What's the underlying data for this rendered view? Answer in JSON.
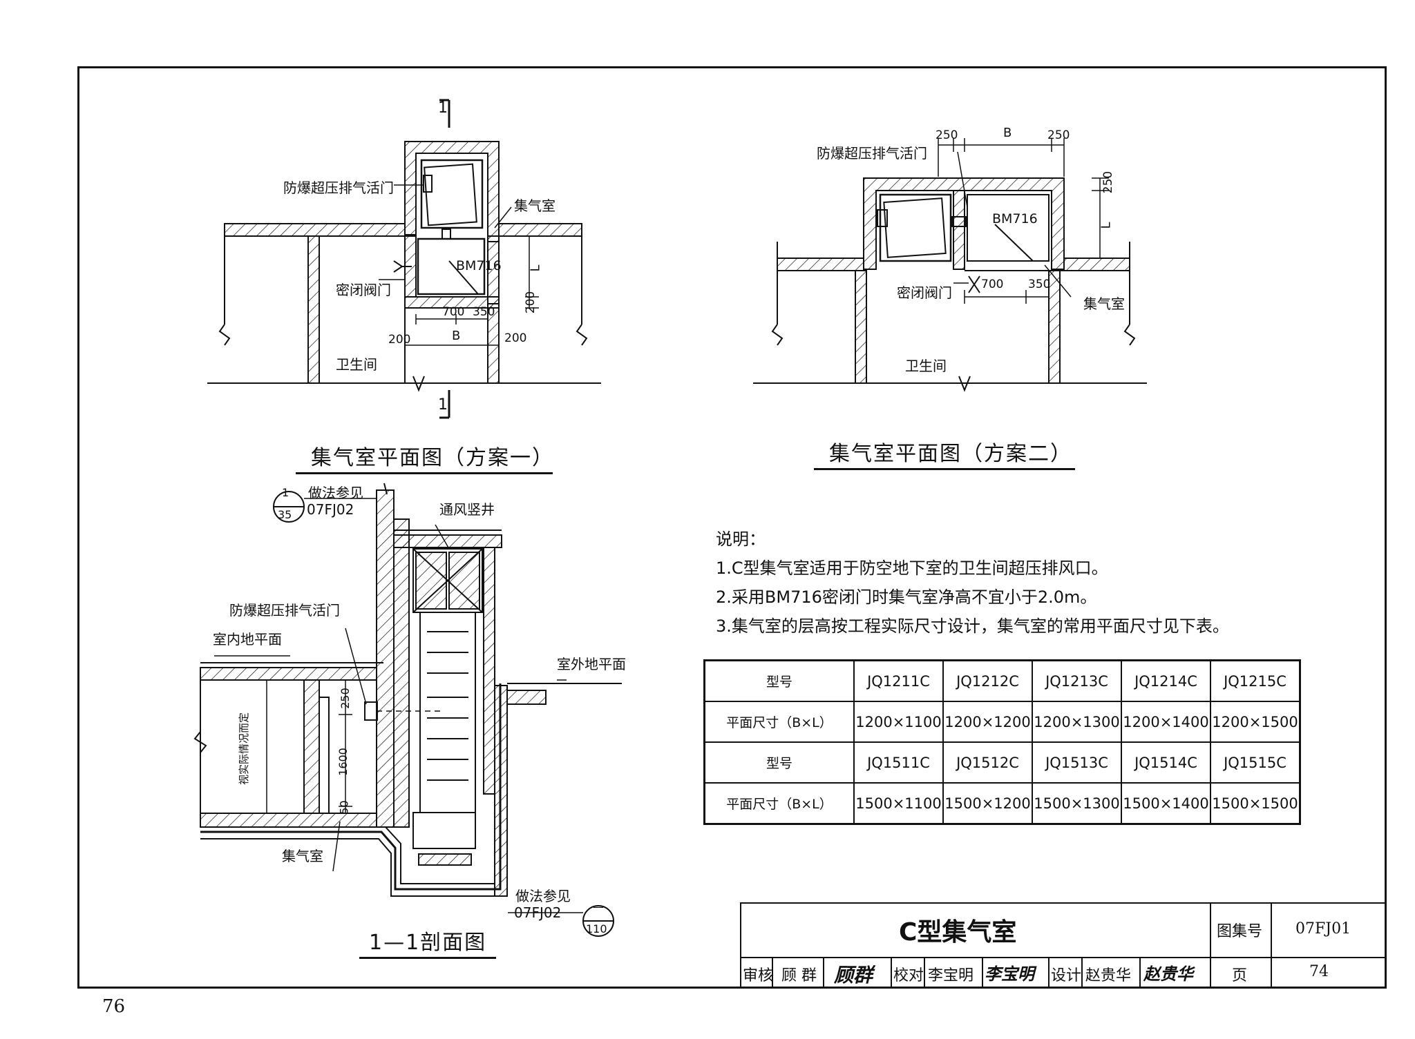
{
  "page_number": "76",
  "plan1": {
    "title": "集气室平面图（方案一）",
    "section_mark": "1",
    "labels": {
      "door": "防爆超压排气活门",
      "chamber": "集气室",
      "valve": "密闭阀门",
      "model": "BM716",
      "toilet": "卫生间",
      "L": "L",
      "B": "B",
      "dim_200a": "200",
      "dim_200b": "200",
      "dim_200c": "200",
      "dim_700": "700",
      "dim_350": "350"
    }
  },
  "plan2": {
    "title": "集气室平面图（方案二）",
    "labels": {
      "door": "防爆超压排气活门",
      "chamber": "集气室",
      "valve": "密闭阀门",
      "model": "BM716",
      "toilet": "卫生间",
      "L": "L",
      "B": "B",
      "dim_250a": "250",
      "dim_250b": "250",
      "dim_250c": "250",
      "dim_700": "700",
      "dim_350": "350"
    }
  },
  "section": {
    "title": "1—1剖面图",
    "ref_top_num": "1",
    "ref_top_den": "35",
    "ref_top_text": "做法参见",
    "ref_top_code": "07FJ02",
    "ref_bot_num": "—",
    "ref_bot_den": "110",
    "ref_bot_text": "做法参见",
    "ref_bot_code": "07FJ02",
    "shaft": "通风竖井",
    "door": "防爆超压排气活门",
    "indoor": "室内地平面",
    "outdoor": "室外地平面",
    "chamber": "集气室",
    "height_note": "视实际情况而定",
    "dim_250": "250",
    "dim_1600": "1600",
    "dim_50": "50"
  },
  "notes": {
    "heading": "说明：",
    "items": [
      "1.C型集气室适用于防空地下室的卫生间超压排风口。",
      "2.采用BM716密闭门时集气室净高不宜小于2.0m。",
      "3.集气室的层高按工程实际尺寸设计，集气室的常用平面尺寸见下表。"
    ]
  },
  "table": {
    "rows": [
      [
        "型号",
        "JQ1211C",
        "JQ1212C",
        "JQ1213C",
        "JQ1214C",
        "JQ1215C"
      ],
      [
        "平面尺寸（B×L）",
        "1200×1100",
        "1200×1200",
        "1200×1300",
        "1200×1400",
        "1200×1500"
      ],
      [
        "型号",
        "JQ1511C",
        "JQ1512C",
        "JQ1513C",
        "JQ1514C",
        "JQ1515C"
      ],
      [
        "平面尺寸（B×L）",
        "1500×1100",
        "1500×1200",
        "1500×1300",
        "1500×1400",
        "1500×1500"
      ]
    ]
  },
  "title_block": {
    "title": "C型集气室",
    "atlas_label": "图集号",
    "atlas_no": "07FJ01",
    "review_label": "审核",
    "reviewer": "顾 群",
    "check_label": "校对",
    "checker": "李宝明",
    "design_label": "设计",
    "designer": "赵贵华",
    "page_label": "页",
    "page_no": "74",
    "sig1": "顾群",
    "sig2": "李宝明",
    "sig3": "赵贵华"
  }
}
